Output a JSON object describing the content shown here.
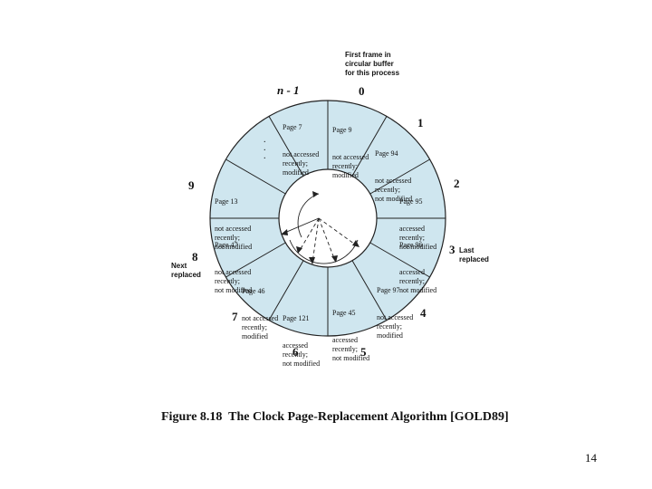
{
  "figure": {
    "caption": "Figure 8.18  The Clock Page-Replacement Algorithm [GOLD89]",
    "page_number": "14"
  },
  "annotations": {
    "first_frame": "First frame in\ncircular buffer\nfor this process",
    "next_replaced": "Next\nreplaced",
    "last_replaced": "Last\nreplaced",
    "ellipsis": ".\n.\n."
  },
  "frame_numbers": {
    "n_minus_1": "n - 1",
    "f0": "0",
    "f1": "1",
    "f2": "2",
    "f3": "3",
    "f4": "4",
    "f5": "5",
    "f6": "6",
    "f7": "7",
    "f8": "8",
    "f9": "9"
  },
  "frames": {
    "n_minus_1": {
      "page": "Page 7",
      "status": "not accessed\nrecently;\nmodified"
    },
    "f0": {
      "page": "Page 9",
      "status": "not accessed\nrecently;\nmodified"
    },
    "f1": {
      "page": "Page 94",
      "status": "not accessed\nrecently;\nnot modified"
    },
    "f2": {
      "page": "Page 95",
      "status": "accessed\nrecently;\nnot modified"
    },
    "f3": {
      "page": "Page 96",
      "status": "accessed\nrecently;\nnot modified"
    },
    "f4": {
      "page": "Page 97",
      "status": "not accessed\nrecently;\nmodified"
    },
    "f5": {
      "page": "Page 45",
      "status": "accessed\nrecently;\nnot modified"
    },
    "f6": {
      "page": "Page 121",
      "status": "accessed\nrecently;\nnot modified"
    },
    "f7": {
      "page": "Page 46",
      "status": "not accessed\nrecently;\nmodified"
    },
    "f8": {
      "page": "Page 47",
      "status": "not accessed\nrecently;\nnot modified"
    },
    "f9": {
      "page": "Page 13",
      "status": "not accessed\nrecently;\nnot modified"
    }
  },
  "colors": {
    "ring_fill": "#cfe6ef",
    "stroke": "#222222"
  }
}
